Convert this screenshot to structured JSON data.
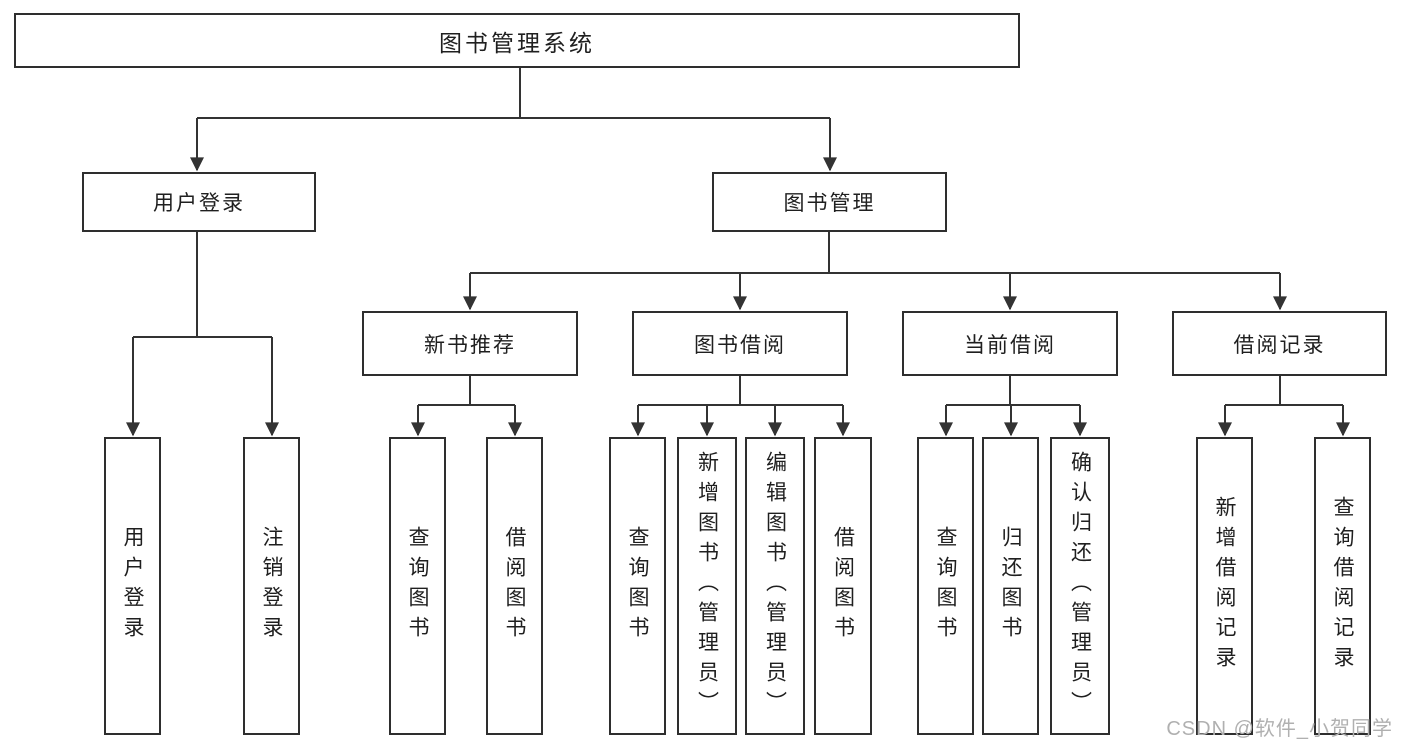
{
  "diagram": {
    "title": "图书管理系统",
    "level2": [
      {
        "label": "用户登录"
      },
      {
        "label": "图书管理"
      }
    ],
    "level3": [
      {
        "label": "新书推荐",
        "parent": "图书管理"
      },
      {
        "label": "图书借阅",
        "parent": "图书管理"
      },
      {
        "label": "当前借阅",
        "parent": "图书管理"
      },
      {
        "label": "借阅记录",
        "parent": "图书管理"
      }
    ],
    "leaves": [
      {
        "label": "用户登录",
        "parent": "用户登录"
      },
      {
        "label": "注销登录",
        "parent": "用户登录"
      },
      {
        "label": "查询图书",
        "parent": "新书推荐"
      },
      {
        "label": "借阅图书",
        "parent": "新书推荐"
      },
      {
        "label": "查询图书",
        "parent": "图书借阅"
      },
      {
        "label": "新增图书（管理员）",
        "parent": "图书借阅"
      },
      {
        "label": "编辑图书（管理员）",
        "parent": "图书借阅"
      },
      {
        "label": "借阅图书",
        "parent": "图书借阅"
      },
      {
        "label": "查询图书",
        "parent": "当前借阅"
      },
      {
        "label": "归还图书",
        "parent": "当前借阅"
      },
      {
        "label": "确认归还（管理员）",
        "parent": "当前借阅"
      },
      {
        "label": "新增借阅记录",
        "parent": "借阅记录"
      },
      {
        "label": "查询借阅记录",
        "parent": "借阅记录"
      }
    ],
    "watermark": "CSDN @软件_小贺同学",
    "colors": {
      "line": "#333333",
      "border": "#2e2e2e",
      "text": "#1f1f1f",
      "watermark": "#b0b0b0",
      "background": "#ffffff"
    }
  }
}
